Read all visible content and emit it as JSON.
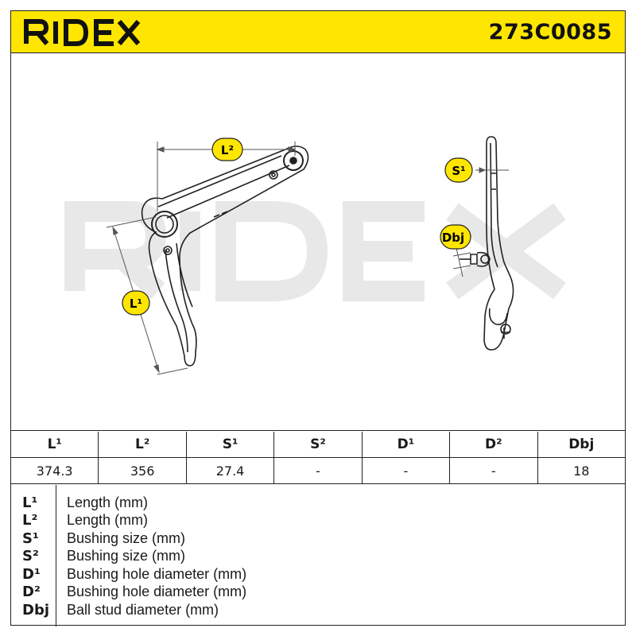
{
  "header": {
    "brand": "RIDEX",
    "part_number": "273C0085"
  },
  "drawing": {
    "watermark": "RIDEX",
    "labels": {
      "l1": "L¹",
      "l2": "L²",
      "s1": "S¹",
      "dbj": "Dbj"
    }
  },
  "spec_table": {
    "headers": [
      "L¹",
      "L²",
      "S¹",
      "S²",
      "D¹",
      "D²",
      "Dbj"
    ],
    "values": [
      "374.3",
      "356",
      "27.4",
      "-",
      "-",
      "-",
      "18"
    ]
  },
  "legend": [
    {
      "code": "L¹",
      "desc": "Length (mm)"
    },
    {
      "code": "L²",
      "desc": "Length (mm)"
    },
    {
      "code": "S¹",
      "desc": "Bushing size (mm)"
    },
    {
      "code": "S²",
      "desc": "Bushing size (mm)"
    },
    {
      "code": "D¹",
      "desc": "Bushing hole diameter (mm)"
    },
    {
      "code": "D²",
      "desc": "Bushing hole diameter (mm)"
    },
    {
      "code": "Dbj",
      "desc": "Ball stud diameter (mm)"
    }
  ],
  "colors": {
    "header_yellow": "#ffe600",
    "label_yellow": "#ffe600",
    "watermark_gray": "#e9e9e9"
  }
}
